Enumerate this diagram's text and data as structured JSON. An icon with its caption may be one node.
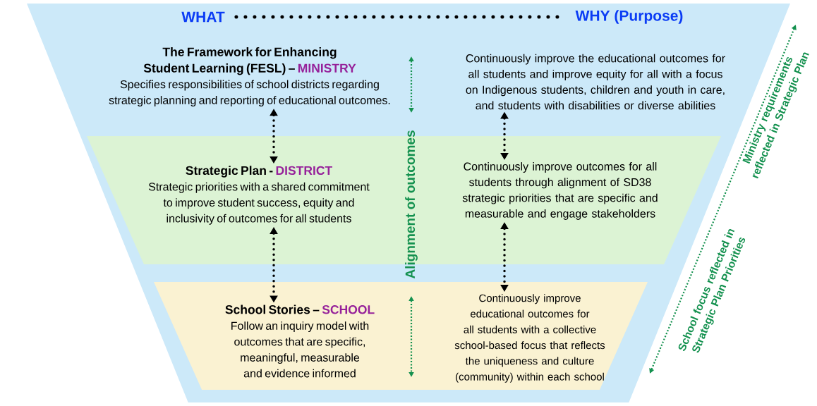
{
  "diagram": {
    "nodes": [
      {
        "text": [],
        "shape": "band"
      },
      {
        "text": [
          "WHAT"
        ],
        "in": 0
      },
      {
        "text": [
          "WHY (Purpose)"
        ],
        "in": 0
      },
      {
        "text": [
          "The Framework for Enhancing Student Learning (FESL) –",
          "MINISTRY",
          "Specifies responsibilities of school districts regarding strategic planning and reporting of educational outcomes."
        ],
        "in": 0
      },
      {
        "text": [
          "Continuously improve the educational outcomes for all students and improve equity for all with a focus on Indigenous students, children and youth in care, and students with disabilities or diverse abilities"
        ],
        "in": 0
      },
      {
        "text": [],
        "shape": "band",
        "in": 0
      },
      {
        "text": [
          "Strategic Plan -",
          "DISTRICT",
          "Strategic priorities with a shared commitment to improve student success, equity and inclusivity of outcomes for all students"
        ],
        "in": 5
      },
      {
        "text": [
          "Continuously improve outcomes for all students through alignment of SD38 strategic priorities that are specific and measurable and engage stakeholders"
        ],
        "in": 5
      },
      {
        "text": [],
        "shape": "band",
        "in": 0
      },
      {
        "text": [
          "School Stories –",
          "SCHOOL",
          "Follow an inquiry model with outcomes that are specific, meaningful, measurable and evidence informed"
        ],
        "in": 8
      },
      {
        "text": [
          "Continuously improve educational outcomes for all students with a collective school-based focus that reflects the uniqueness and culture (community) within each school"
        ],
        "in": 8
      }
    ],
    "edges": [
      {
        "from": 1,
        "to": 2,
        "arrow": "none",
        "style": "dashed"
      },
      {
        "from": 3,
        "to": 6,
        "arrow": "both",
        "style": "dashed"
      },
      {
        "from": 6,
        "to": 9,
        "arrow": "both",
        "style": "dashed"
      },
      {
        "from": 4,
        "to": 7,
        "arrow": "both",
        "style": "dashed"
      },
      {
        "from": 7,
        "to": 10,
        "arrow": "both",
        "style": "dashed"
      }
    ],
    "labels": [
      "Alignment of outcomes",
      "Ministry requirements reflected in Strategic Plan",
      "School focus reflected in Strategic Plan Priorities"
    ]
  }
}
